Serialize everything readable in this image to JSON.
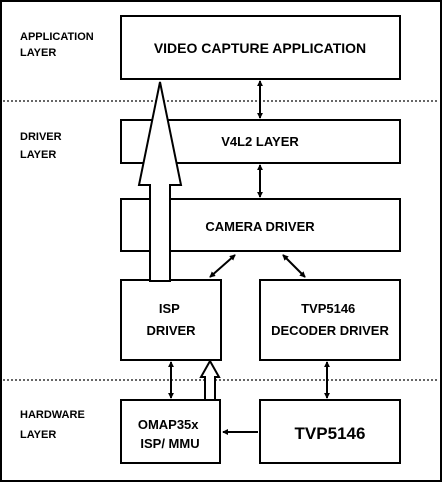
{
  "layers": {
    "application": [
      "APPLICATION",
      "LAYER"
    ],
    "driver": [
      "DRIVER",
      "LAYER"
    ],
    "hardware": [
      "HARDWARE",
      "LAYER"
    ]
  },
  "boxes": {
    "video_capture_app": [
      "VIDEO CAPTURE APPLICATION"
    ],
    "v4l2_layer": [
      "V4L2 LAYER"
    ],
    "camera_driver": [
      "CAMERA DRIVER"
    ],
    "isp_driver": [
      "ISP",
      "DRIVER"
    ],
    "decoder_driver": [
      "TVP5146",
      "DECODER DRIVER"
    ],
    "omap_isp": [
      "OMAP35x",
      "ISP/ MMU"
    ],
    "tvp5146": [
      "TVP5146"
    ]
  },
  "colors": {
    "line": "#000000",
    "background": "#ffffff",
    "separator": "#333333"
  }
}
